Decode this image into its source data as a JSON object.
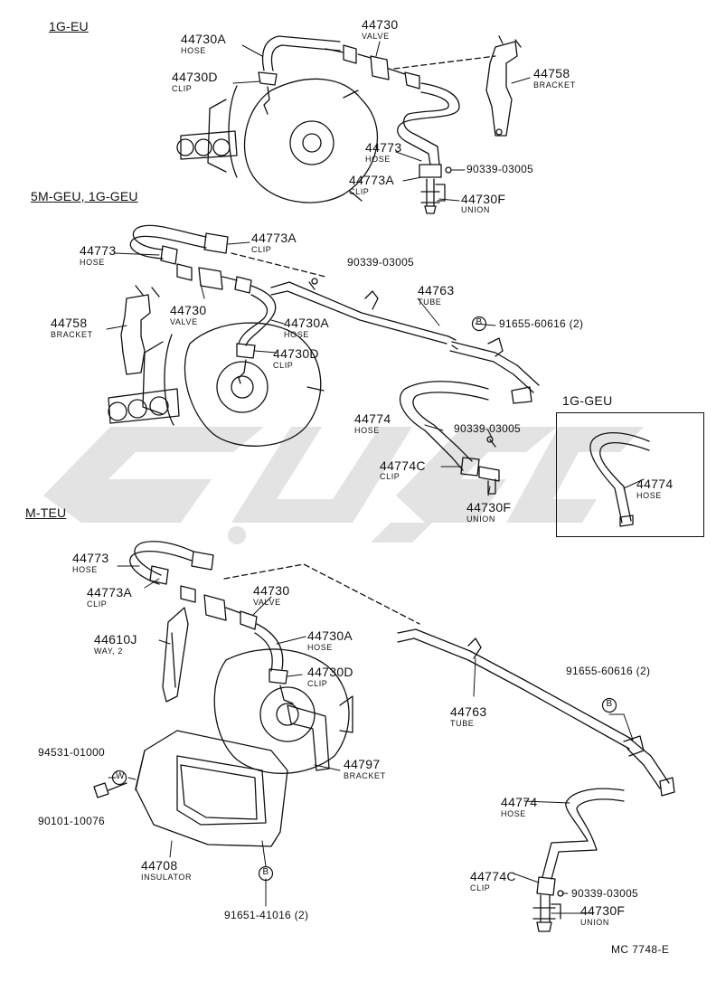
{
  "sections": {
    "s1": "1G-EU",
    "s2": "5M-GEU, 1G-GEU",
    "s3": "M-TEU",
    "inset": "1G-GEU"
  },
  "parts": {
    "p44730A_1": {
      "num": "44730A",
      "name": "HOSE"
    },
    "p44730D_1": {
      "num": "44730D",
      "name": "CLIP"
    },
    "p44730_1": {
      "num": "44730",
      "name": "VALVE"
    },
    "p44758_1": {
      "num": "44758",
      "name": "BRACKET"
    },
    "p44773_1": {
      "num": "44773",
      "name": "HOSE"
    },
    "p44773A_1": {
      "num": "44773A",
      "name": "CLIP"
    },
    "p90339_1": {
      "num": "90339-03005"
    },
    "p44730F_1": {
      "num": "44730F",
      "name": "UNION"
    },
    "p44773_2": {
      "num": "44773",
      "name": "HOSE"
    },
    "p44773A_2": {
      "num": "44773A",
      "name": "CLIP"
    },
    "p90339_2": {
      "num": "90339-03005"
    },
    "p44763_2": {
      "num": "44763",
      "name": "TUBE"
    },
    "p91655_2": {
      "num": "91655-60616 (2)"
    },
    "p44758_2": {
      "num": "44758",
      "name": "BRACKET"
    },
    "p44730_2": {
      "num": "44730",
      "name": "VALVE"
    },
    "p44730A_2": {
      "num": "44730A",
      "name": "HOSE"
    },
    "p44730D_2": {
      "num": "44730D",
      "name": "CLIP"
    },
    "p44774_2": {
      "num": "44774",
      "name": "HOSE"
    },
    "p90339_2b": {
      "num": "90339-03005"
    },
    "p44774C_2": {
      "num": "44774C",
      "name": "CLIP"
    },
    "p44730F_2": {
      "num": "44730F",
      "name": "UNION"
    },
    "p44774_in": {
      "num": "44774",
      "name": "HOSE"
    },
    "p44773_3": {
      "num": "44773",
      "name": "HOSE"
    },
    "p44773A_3": {
      "num": "44773A",
      "name": "CLIP"
    },
    "p44730_3": {
      "num": "44730",
      "name": "VALVE"
    },
    "p44610J_3": {
      "num": "44610J",
      "name": "WAY, 2"
    },
    "p44730A_3": {
      "num": "44730A",
      "name": "HOSE"
    },
    "p44730D_3": {
      "num": "44730D",
      "name": "CLIP"
    },
    "p94531_3": {
      "num": "94531-01000"
    },
    "p90101_3": {
      "num": "90101-10076"
    },
    "p44797_3": {
      "num": "44797",
      "name": "BRACKET"
    },
    "p44708_3": {
      "num": "44708",
      "name": "INSULATOR"
    },
    "p91651_3": {
      "num": "91651-41016 (2)"
    },
    "p44763_3": {
      "num": "44763",
      "name": "TUBE"
    },
    "p91655_3": {
      "num": "91655-60616 (2)"
    },
    "p44774_3": {
      "num": "44774",
      "name": "HOSE"
    },
    "p44774C_3": {
      "num": "44774C",
      "name": "CLIP"
    },
    "p90339_3": {
      "num": "90339-03005"
    },
    "p44730F_3": {
      "num": "44730F",
      "name": "UNION"
    }
  },
  "refs": {
    "b1": "B",
    "b2": "B",
    "b3": "B",
    "w1": "W"
  },
  "footer": {
    "code": "MC  7748-E"
  },
  "colors": {
    "line": "#111111",
    "watermark": "#e3e3e3"
  }
}
